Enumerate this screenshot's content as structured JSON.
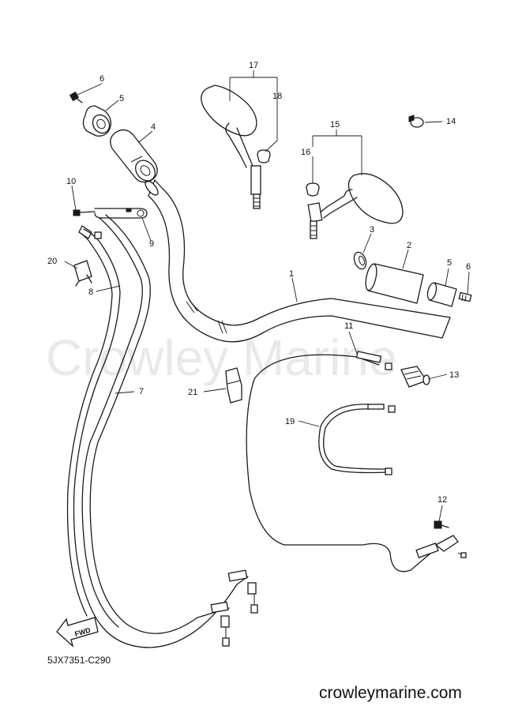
{
  "watermark": "Crowley Marine",
  "diagram_code": "5JX7351-C290",
  "site": "crowleymarine.com",
  "direction_label": "FWD",
  "callouts": {
    "c1": "1",
    "c2": "2",
    "c3": "3",
    "c4": "4",
    "c5a": "5",
    "c5b": "5",
    "c6a": "6",
    "c6b": "6",
    "c7": "7",
    "c8": "8",
    "c9": "9",
    "c10": "10",
    "c11": "11",
    "c12": "12",
    "c13": "13",
    "c14": "14",
    "c15": "15",
    "c16": "16",
    "c17": "17",
    "c18": "18",
    "c19": "19",
    "c20": "20",
    "c21": "21"
  },
  "icons": {
    "fwd_arrow": "fwd-arrow-icon"
  }
}
